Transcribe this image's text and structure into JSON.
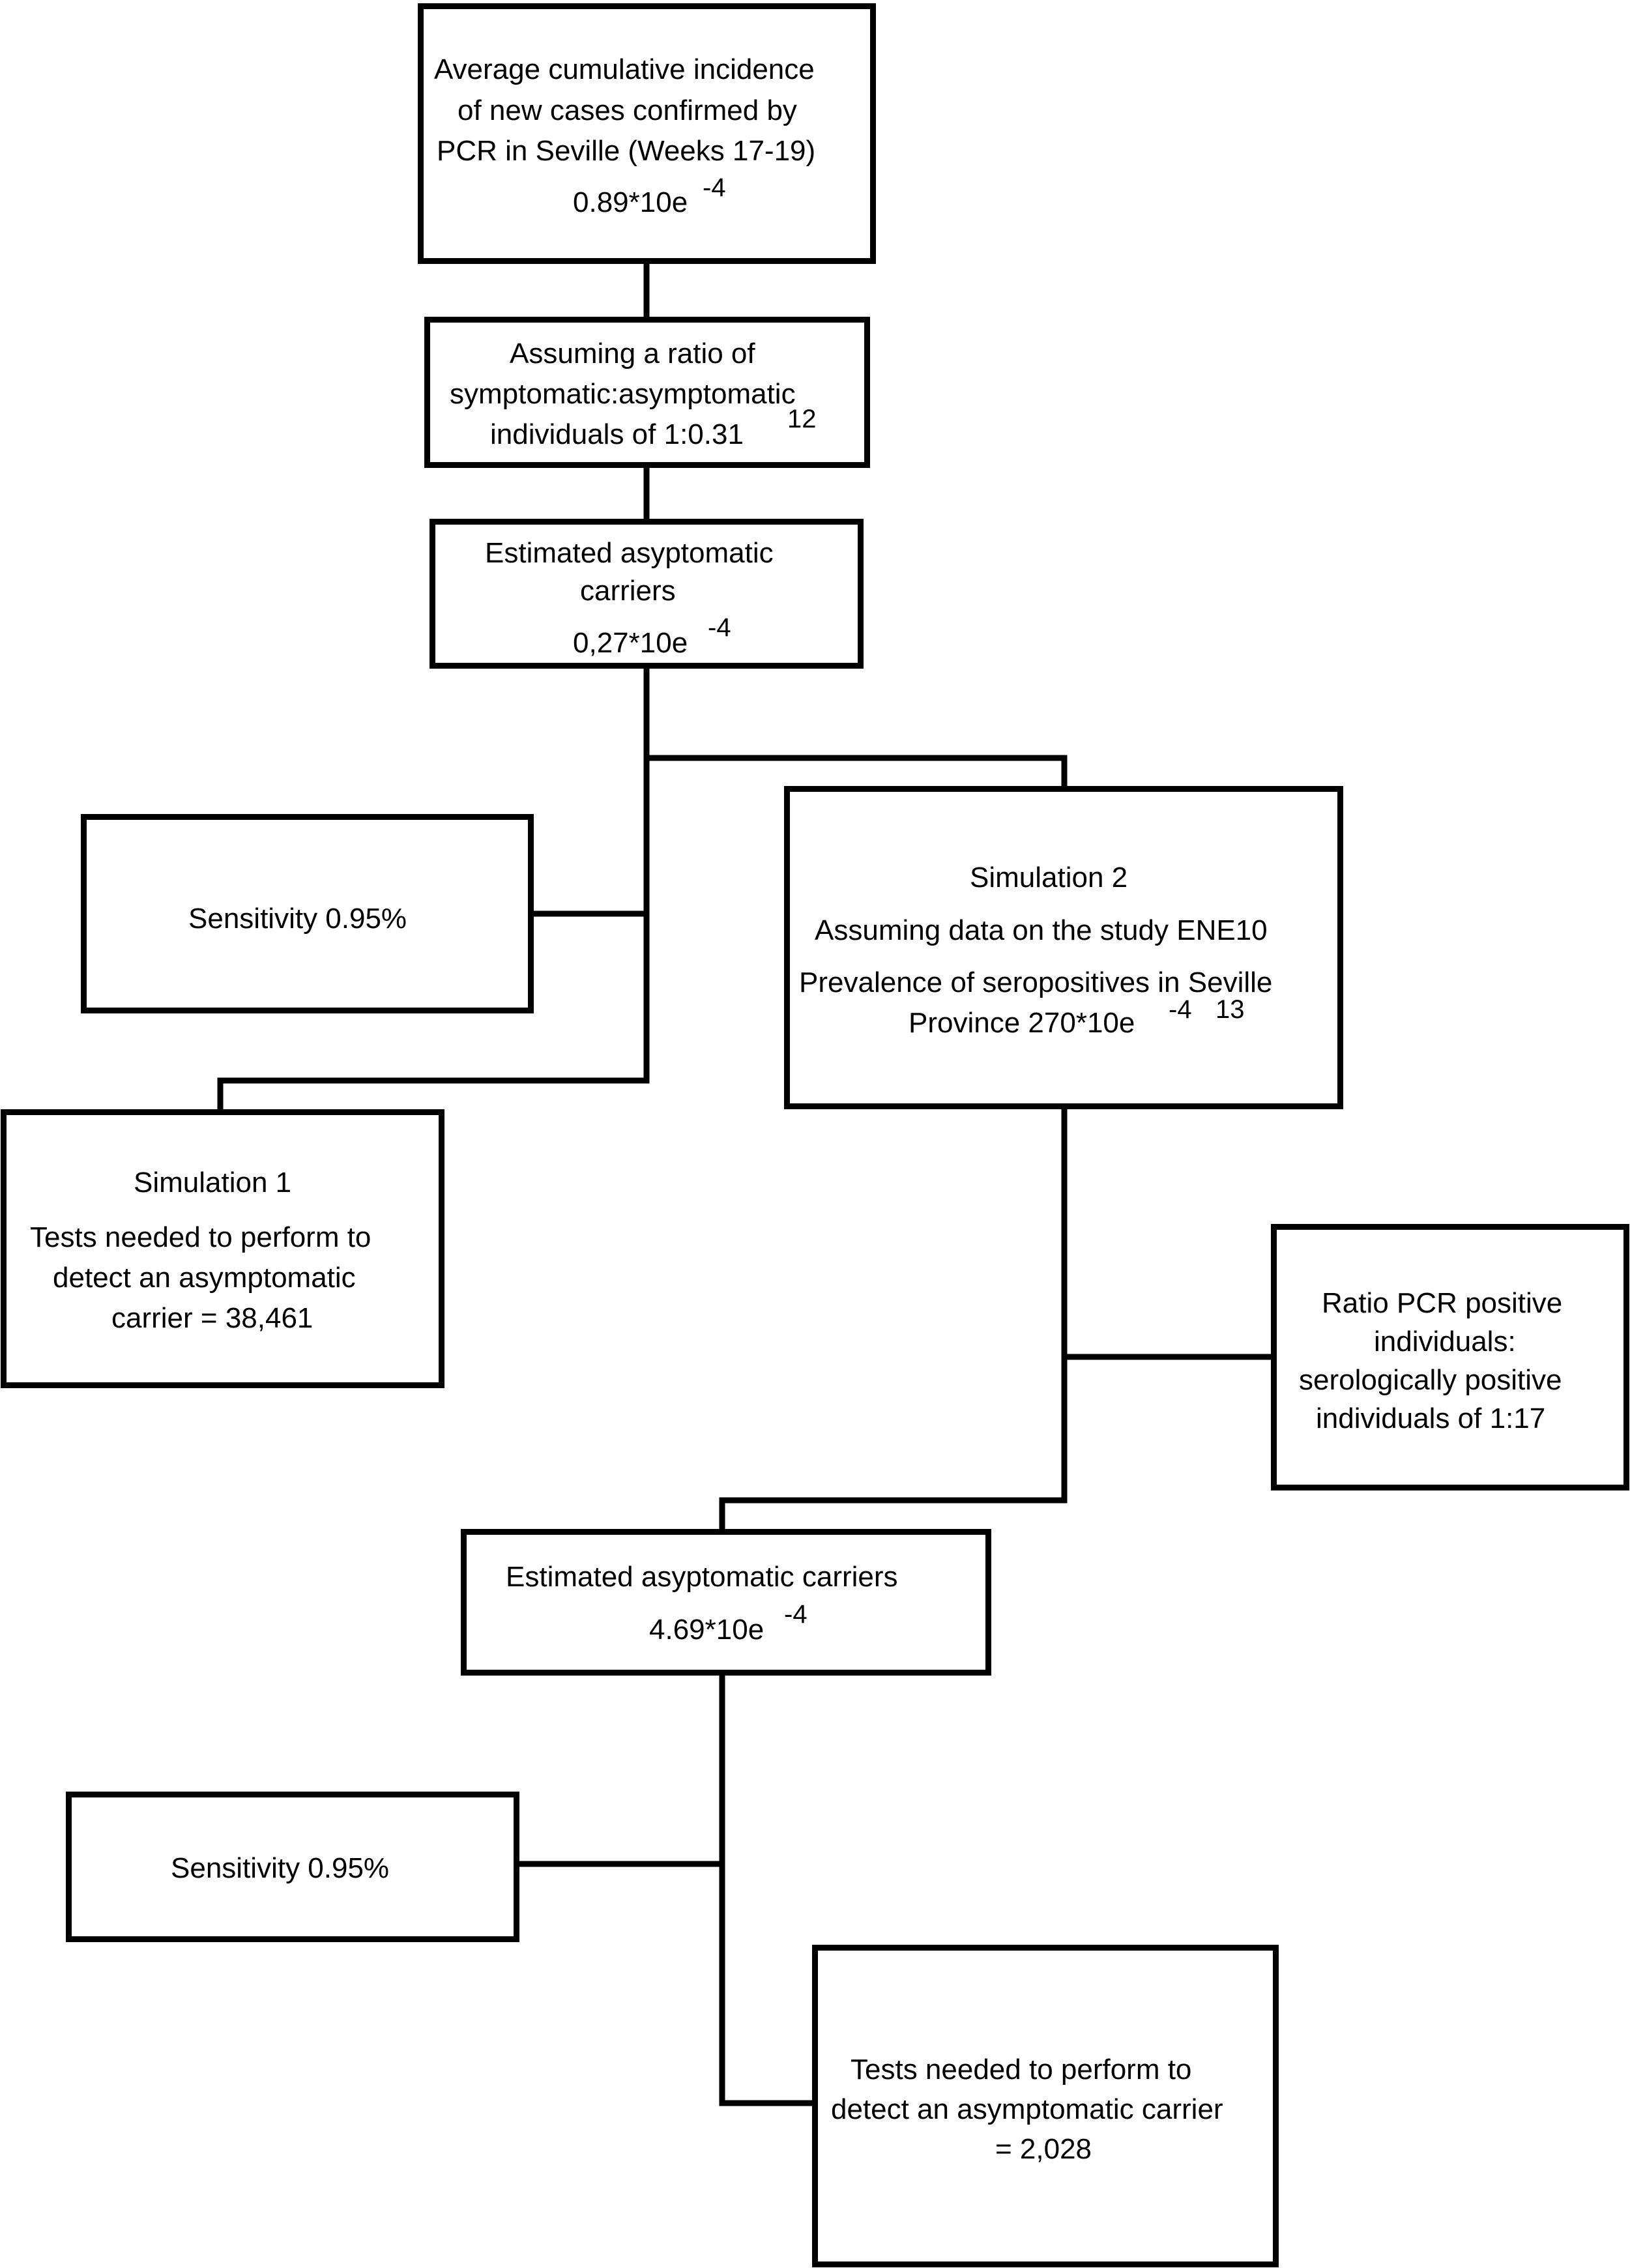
{
  "boxes": {
    "incidence": {
      "line1": "Average cumulative incidence",
      "line2": "of new cases confirmed by",
      "line3": "PCR in Seville  (Weeks 17-19)",
      "value": "0.89*10e",
      "exponent": "-4"
    },
    "ratio": {
      "line1": "Assuming a ratio of",
      "line2": "symptomatic:asymptomatic",
      "line3": "individuals of 1:0.31",
      "reference": "12"
    },
    "estimated1": {
      "line1": "Estimated asyptomatic",
      "line2": "carriers",
      "value": "0,27*10e",
      "exponent": "-4"
    },
    "sensitivity1": {
      "label": "Sensitivity 0.95%"
    },
    "simulation1": {
      "title": "Simulation 1",
      "line1": "Tests needed to perform to",
      "line2": "detect an asymptomatic",
      "line3": "carrier = 38,461"
    },
    "simulation2": {
      "title": "Simulation 2",
      "line1": "Assuming data on the study ENE10",
      "line2": "Prevalence of seropositives in Seville",
      "line3": "Province 270*10e",
      "exponent": "-4",
      "reference": "13"
    },
    "ratio_pcr": {
      "line1": "Ratio PCR positive",
      "line2": "individuals:",
      "line3": "serologically positive",
      "line4": "individuals of 1:17"
    },
    "estimated2": {
      "line1": "Estimated asyptomatic carriers",
      "value": "4.69*10e",
      "exponent": "-4"
    },
    "sensitivity2": {
      "label": "Sensitivity 0.95%"
    },
    "tests2": {
      "line1": "Tests needed to perform to",
      "line2": "detect an asymptomatic carrier",
      "line3": "= 2,028"
    }
  }
}
